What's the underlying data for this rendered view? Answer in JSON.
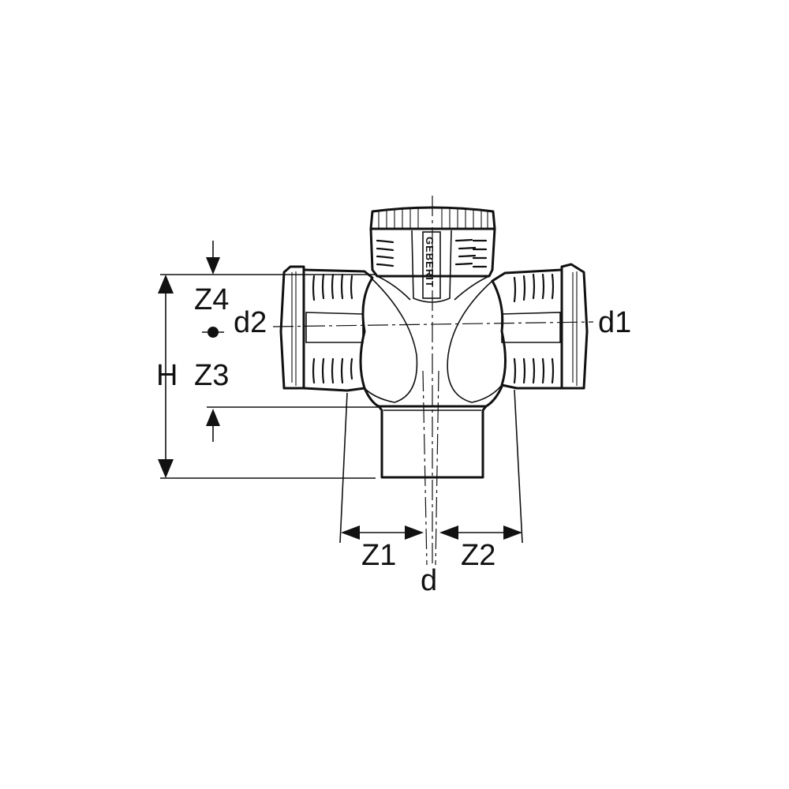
{
  "diagram": {
    "kind": "technical-drawing-double-branch-fitting",
    "brand_mark": "GEBERIT",
    "labels": {
      "z1": "Z1",
      "z2": "Z2",
      "z3": "Z3",
      "z4": "Z4",
      "h": "H",
      "d": "d",
      "d1": "d1",
      "d2": "d2"
    },
    "colors": {
      "line": "#111111",
      "background": "#ffffff"
    }
  }
}
